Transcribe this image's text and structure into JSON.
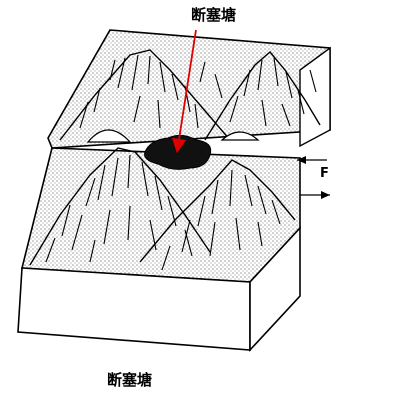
{
  "diagram": {
    "pond_label": "断塞塘",
    "fault_label": "F",
    "caption": "断塞塘"
  },
  "colors": {
    "line": "#000000",
    "shading": "#bdbdbd",
    "pond": "#111111",
    "arrow": "#e00000",
    "background": "#ffffff"
  }
}
